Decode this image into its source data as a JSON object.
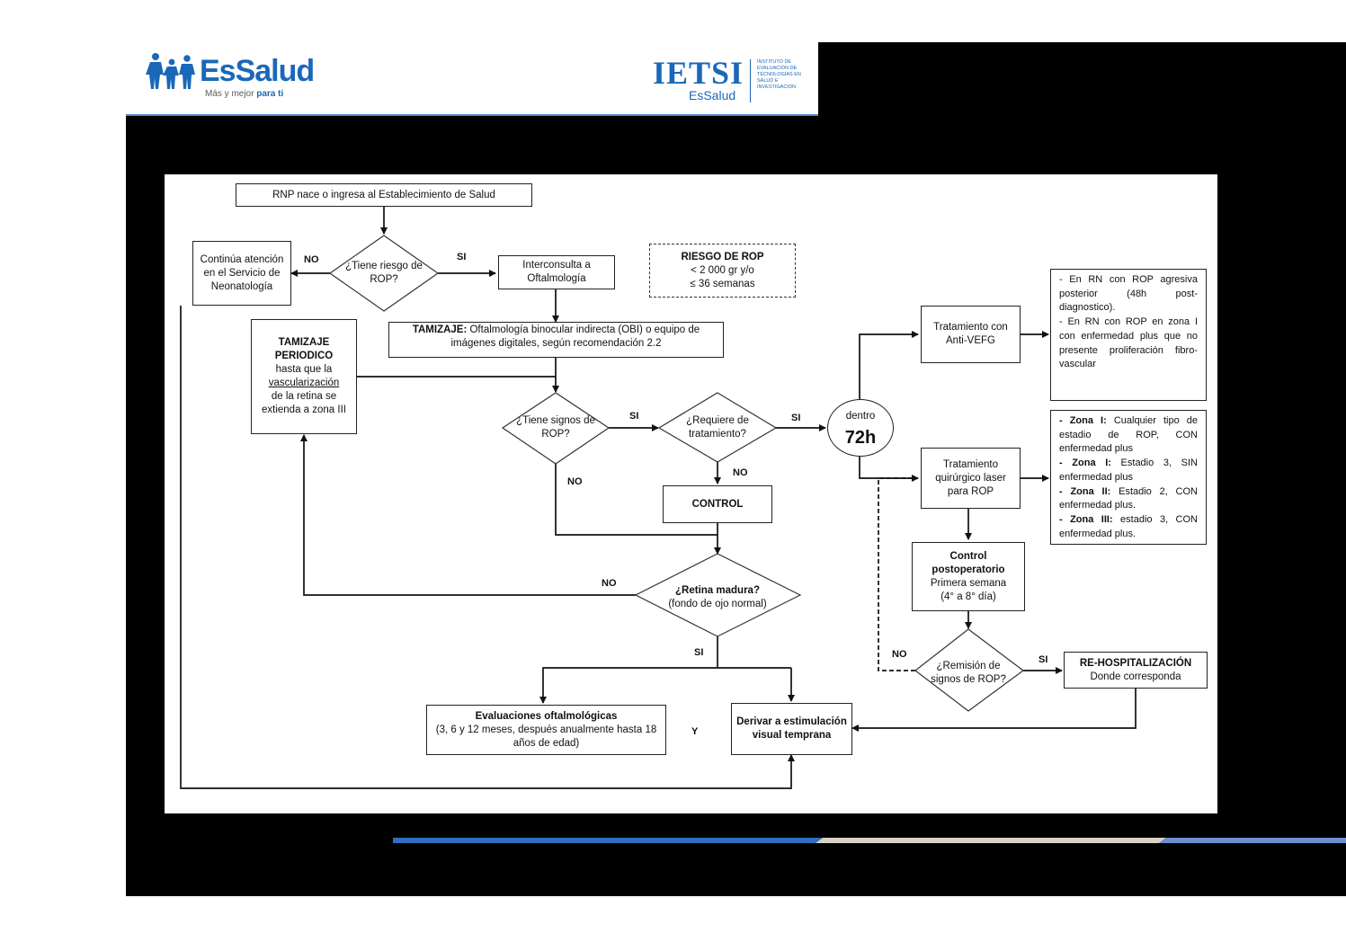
{
  "header": {
    "essalud_logo": {
      "name": "EsSalud",
      "tagline_a": "Más y mejor ",
      "tagline_b": "para ti"
    },
    "ietsi_logo": {
      "name": "IETSI",
      "sub": "EsSalud",
      "description": "INSTITUTO DE EVALUACIÓN DE TECNOLOGÍAS EN SALUD E INVESTIGACIÓN"
    }
  },
  "colors": {
    "brand_blue": "#1a68b8",
    "line_blue": "#5a87c9",
    "slide_bg": "#000000"
  },
  "flowchart": {
    "start": "RNP nace o ingresa al Establecimiento de Salud",
    "continue_care": "Continúa atención en el Servicio de Neonatología",
    "q_risk": "¿Tiene riesgo de ROP?",
    "interconsult": "Interconsulta a Oftalmología",
    "risk_title": "RIESGO DE ROP",
    "risk_line1": "< 2 000 gr y/o",
    "risk_line2": "≤ 36 semanas",
    "screening_bold": "TAMIZAJE:",
    "screening_text": " Oftalmología binocular indirecta (OBI) o equipo de imágenes digitales, según recomendación 2.2",
    "periodic_bold1": "TAMIZAJE",
    "periodic_bold2": "PERIODICO",
    "periodic_text1": "hasta que la",
    "periodic_underline": "vascularización",
    "periodic_text2": "de la retina se extienda a zona III",
    "q_signs": "¿Tiene signos de ROP?",
    "q_treatment": "¿Requiere de tratamiento?",
    "control": "CONTROL",
    "within_label": "dentro",
    "within_value": "72h",
    "anti_vegf": "Tratamiento con Anti-VEFG",
    "anti_vegf_note": {
      "line1": "- En RN con ROP agresiva posterior (48h post-diagnostico).",
      "line2": "- En RN con ROP en zona I con enfermedad plus que no presente proliferación fibro-vascular"
    },
    "laser": "Tratamiento quirúrgico laser para ROP",
    "laser_note": [
      {
        "bold": "- Zona I:",
        "text": " Cualquier tipo de estadio de ROP, CON enfermedad plus"
      },
      {
        "bold": "- Zona I:",
        "text": " Estadio 3, SIN enfermedad plus"
      },
      {
        "bold": "- Zona II:",
        "text": " Estadio 2, CON enfermedad plus."
      },
      {
        "bold": "- Zona III:",
        "text": " estadio 3, CON enfermedad plus."
      }
    ],
    "postop_bold": "Control postoperatorio",
    "postop_text1": "Primera semana",
    "postop_text2": "(4° a 8° día)",
    "q_retina_bold": "¿Retina madura?",
    "q_retina_text": "(fondo de ojo normal)",
    "q_remission": "¿Remisión de signos de ROP?",
    "rehosp_bold": "RE-HOSPITALIZACIÓN",
    "rehosp_text": "Donde corresponda",
    "eval_bold": "Evaluaciones oftalmológicas",
    "eval_text": "(3, 6 y 12 meses, después anualmente hasta 18 años de edad)",
    "refer": "Derivar a estimulación visual temprana",
    "and_label": "Y",
    "labels": {
      "no": "NO",
      "si": "SI"
    }
  }
}
